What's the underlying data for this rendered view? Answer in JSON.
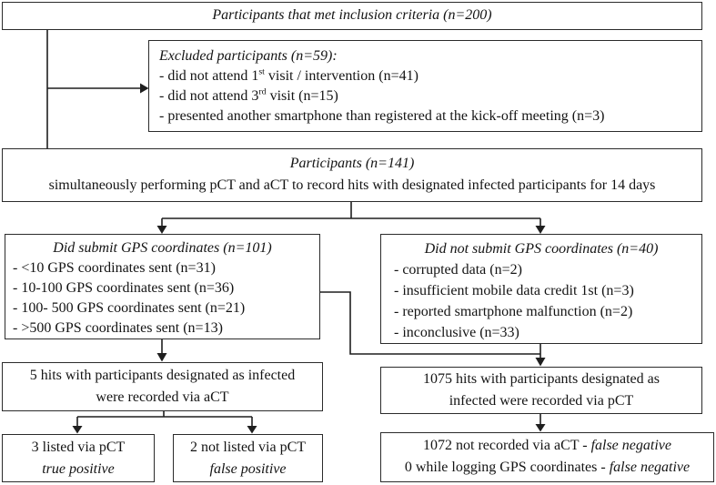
{
  "diagram": {
    "colors": {
      "border": "#2b2b2b",
      "text": "#141414",
      "background": "#ffffff"
    },
    "inclusion_box": {
      "title": "Participants that met inclusion criteria (n=200)"
    },
    "excluded_box": {
      "title": "Excluded participants (n=59):",
      "items": [
        {
          "pre": "- did not attend 1",
          "sup": "st",
          "post": " visit / intervention (n=41)"
        },
        {
          "pre": "- did not attend 3",
          "sup": "rd",
          "post": " visit (n=15)"
        },
        {
          "pre": "- presented another smartphone than registered at the kick-off meeting (n=3)",
          "sup": "",
          "post": ""
        }
      ]
    },
    "participants_box": {
      "title": "Participants (n=141)",
      "subtitle": "simultaneously performing pCT and aCT to record hits with designated infected participants for 14 days"
    },
    "gps_submit_box": {
      "title": "Did submit GPS coordinates (n=101)",
      "items": [
        "- <10 GPS coordinates sent (n=31)",
        "- 10-100 GPS coordinates sent (n=36)",
        "- 100- 500 GPS coordinates sent (n=21)",
        "- >500 GPS coordinates sent (n=13)"
      ]
    },
    "gps_none_box": {
      "title": "Did not submit GPS coordinates (n=40)",
      "items": [
        "- corrupted data (n=2)",
        "- insufficient mobile data credit 1st (n=3)",
        "- reported smartphone malfunction (n=2)",
        "- inconclusive (n=33)"
      ]
    },
    "act_hits_box": {
      "line1": "5 hits with participants designated as infected",
      "line2": "were recorded via aCT"
    },
    "pct_hits_box": {
      "line1": "1075 hits with participants designated as",
      "line2": "infected were recorded via pCT"
    },
    "true_positive_box": {
      "line1": "3 listed via pCT",
      "line2": "true positive"
    },
    "false_positive_box": {
      "line1": "2 not listed via pCT",
      "line2": "false positive"
    },
    "false_negative_box": {
      "lines": [
        {
          "pre": "1072 not recorded via aCT - ",
          "italic": "false negative"
        },
        {
          "pre": "0 while logging GPS coordinates - ",
          "italic": "false negative"
        }
      ]
    }
  }
}
